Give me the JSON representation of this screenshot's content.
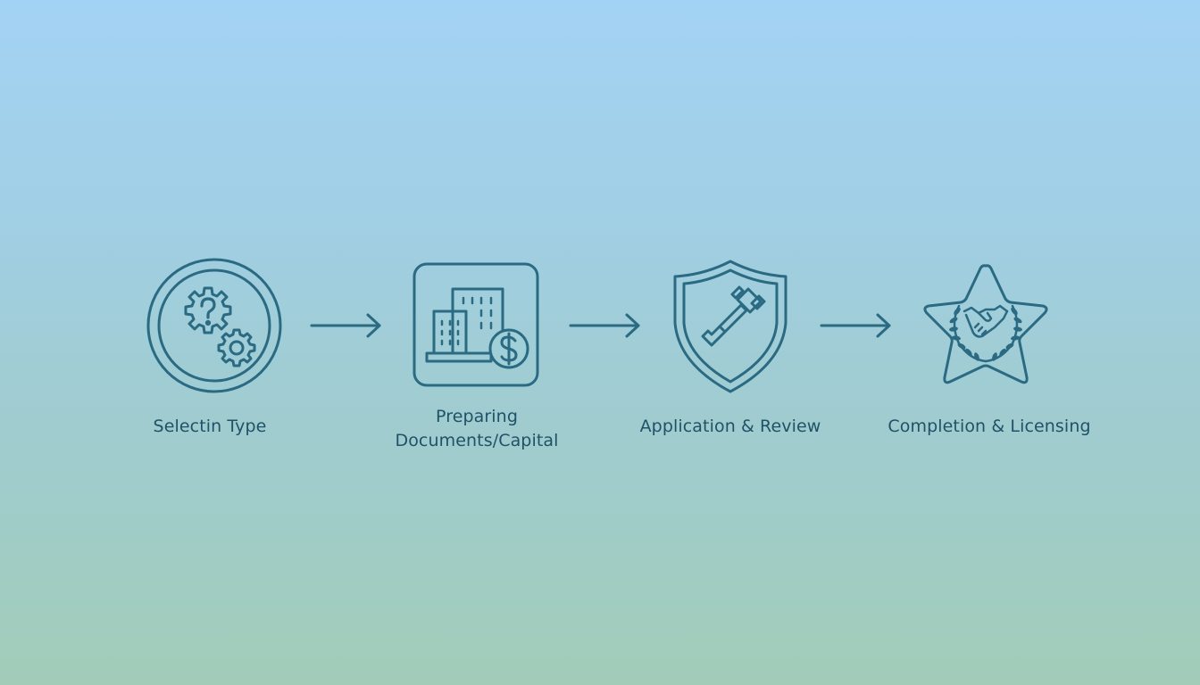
{
  "colors": {
    "background_top": "#a3d3f4",
    "background_bottom": "#a2ccb8",
    "stroke": "#2a6a82",
    "text": "#1f5266"
  },
  "diagram": {
    "type": "process-flow",
    "steps": [
      {
        "id": 1,
        "icon": "gears-question-icon",
        "label_lines": [
          "Selectin Type"
        ]
      },
      {
        "id": 2,
        "icon": "buildings-dollar-icon",
        "label_lines": [
          "Preparing",
          "Documents/Capital"
        ]
      },
      {
        "id": 3,
        "icon": "shield-gavel-check-icon",
        "label_lines": [
          "Application & Review"
        ]
      },
      {
        "id": 4,
        "icon": "star-handshake-laurel-icon",
        "label_lines": [
          "Completion & Licensing"
        ]
      }
    ],
    "connectors": [
      {
        "from": 1,
        "to": 2,
        "icon": "arrow-right-icon"
      },
      {
        "from": 2,
        "to": 3,
        "icon": "arrow-right-icon"
      },
      {
        "from": 3,
        "to": 4,
        "icon": "arrow-right-icon"
      }
    ]
  }
}
